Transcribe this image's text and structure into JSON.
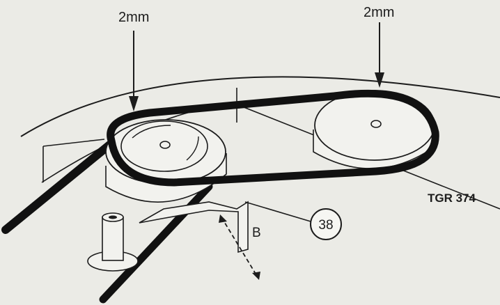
{
  "callouts": {
    "left_gap": "2mm",
    "right_gap": "2mm",
    "part_number": "38",
    "direction": "B",
    "figure_ref": "TGR 374"
  },
  "colors": {
    "background": "#ebebe6",
    "ink": "#1c1c1c",
    "belt": "#111111",
    "pulley_fill": "#f2f2ee"
  }
}
